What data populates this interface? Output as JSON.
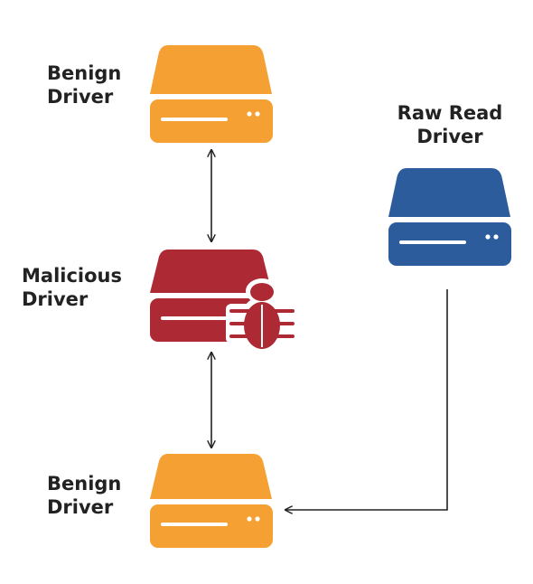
{
  "nodes": {
    "benign_top": {
      "line1": "Benign",
      "line2": "Driver"
    },
    "malicious": {
      "line1": "Malicious",
      "line2": "Driver"
    },
    "benign_bottom": {
      "line1": "Benign",
      "line2": "Driver"
    },
    "raw_read": {
      "line1": "Raw Read",
      "line2": "Driver"
    }
  },
  "colors": {
    "benign": "#f5a032",
    "malicious": "#ad2a35",
    "raw_read": "#2d5c9c",
    "arrow": "#222222",
    "label": "#222222"
  },
  "icons": {
    "benign_top": "hard-drive-icon",
    "malicious": "hard-drive-with-bug-icon",
    "benign_bottom": "hard-drive-icon",
    "raw_read": "hard-drive-icon"
  }
}
